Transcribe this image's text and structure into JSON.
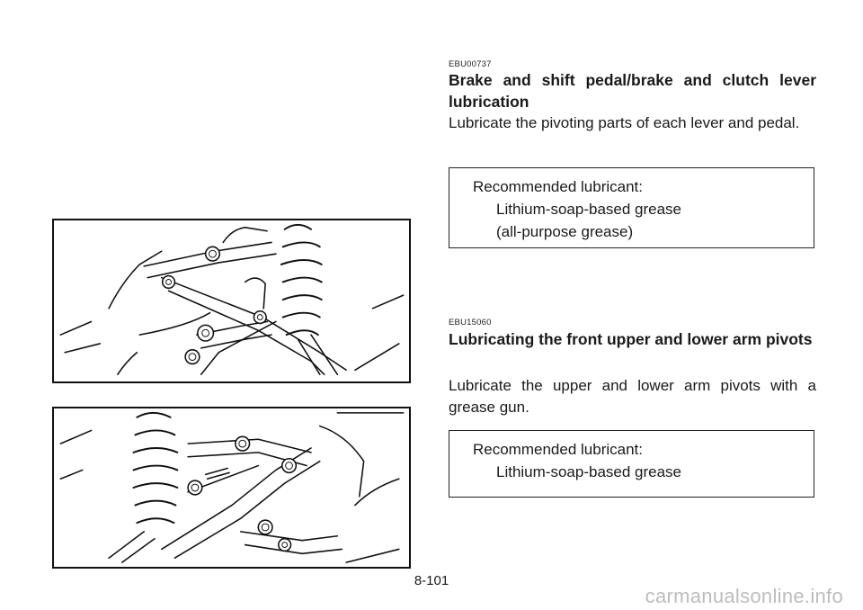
{
  "section1": {
    "code": "EBU00737",
    "heading": "Brake and shift pedal/brake and clutch lever lubrication",
    "body": "Lubricate the pivoting parts of each lever and pedal.",
    "box": {
      "label": "Recommended lubricant:",
      "line1": "Lithium-soap-based grease",
      "line2": "(all-purpose grease)"
    }
  },
  "section2": {
    "code": "EBU15060",
    "heading": "Lubricating the front upper and lower arm pivots",
    "body": "Lubricate the upper and lower arm pivots with a grease gun.",
    "box": {
      "label": "Recommended lubricant:",
      "line1": "Lithium-soap-based grease"
    }
  },
  "page_number": "8-101",
  "watermark": "carmanualsonline.info"
}
